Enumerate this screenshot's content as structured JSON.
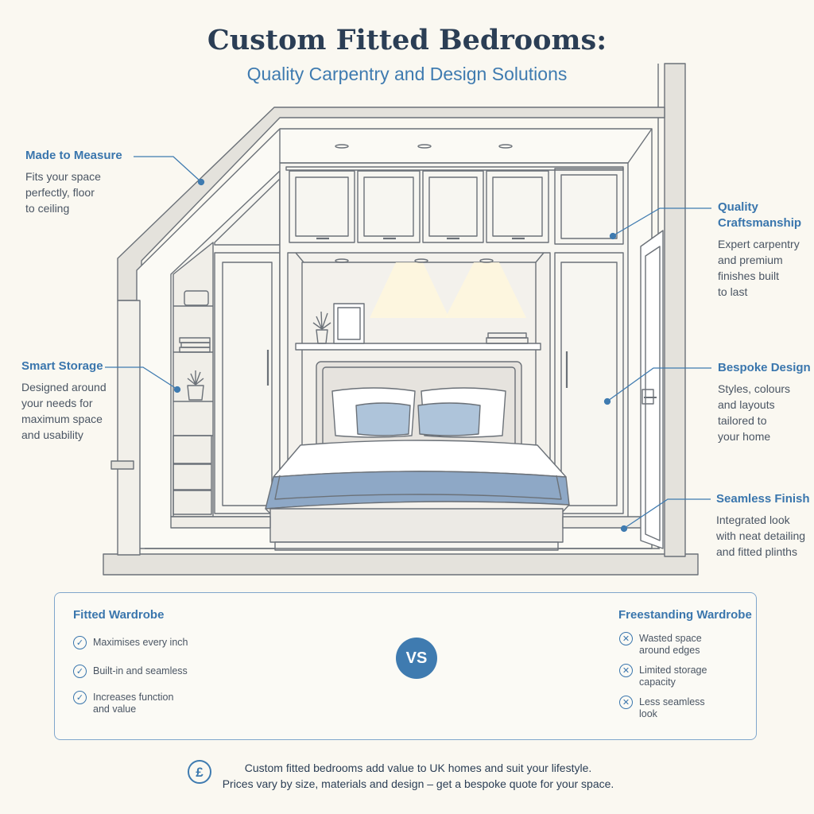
{
  "title": "Custom Fitted Bedrooms:",
  "subtitle": "Quality Carpentry and Design Solutions",
  "callouts": {
    "measure": {
      "heading": "Made to Measure",
      "lines": [
        "Fits your space",
        "perfectly, floor",
        "to ceiling"
      ]
    },
    "storage": {
      "heading": "Smart Storage",
      "lines": [
        "Designed around",
        "your needs for",
        "maximum space",
        "and usability"
      ]
    },
    "craft": {
      "heading": "Quality Craftsmanship",
      "heading_lines": [
        "Quality",
        "Craftsmanship"
      ],
      "lines": [
        "Expert carpentry",
        "and premium",
        "finishes built",
        "to last"
      ]
    },
    "bespoke": {
      "heading": "Bespoke Design",
      "lines": [
        "Styles, colours",
        "and layouts",
        "tailored to",
        "your home"
      ]
    },
    "seamless": {
      "heading": "Seamless Finish",
      "lines": [
        "Integrated look",
        "with neat detailing",
        "and fitted plinths"
      ]
    }
  },
  "comparison": {
    "fitted": {
      "heading": "Fitted Wardrobe",
      "icon": "check-circle-icon",
      "items": [
        [
          "Maximises every inch"
        ],
        [
          "Built-in and seamless"
        ],
        [
          "Increases function",
          "and value"
        ]
      ]
    },
    "vs_label": "VS",
    "freestanding": {
      "heading": "Freestanding Wardrobe",
      "icon": "x-circle-icon",
      "items": [
        [
          "Wasted space",
          "around edges"
        ],
        [
          "Limited storage",
          "capacity"
        ],
        [
          "Less seamless",
          "look"
        ]
      ]
    }
  },
  "footer": {
    "icon": "pound-icon",
    "symbol": "£",
    "line1": "Custom fitted bedrooms add value to UK homes and suit your lifestyle.",
    "line2": "Prices vary by size, materials and design – get a bespoke quote for your space."
  },
  "colors": {
    "accent": "#3f7bb0",
    "title": "#2b3e55",
    "background": "#faf8f1",
    "line": "#6b7178",
    "pillow": "#aec4da",
    "throw": "#8ea8c6"
  }
}
